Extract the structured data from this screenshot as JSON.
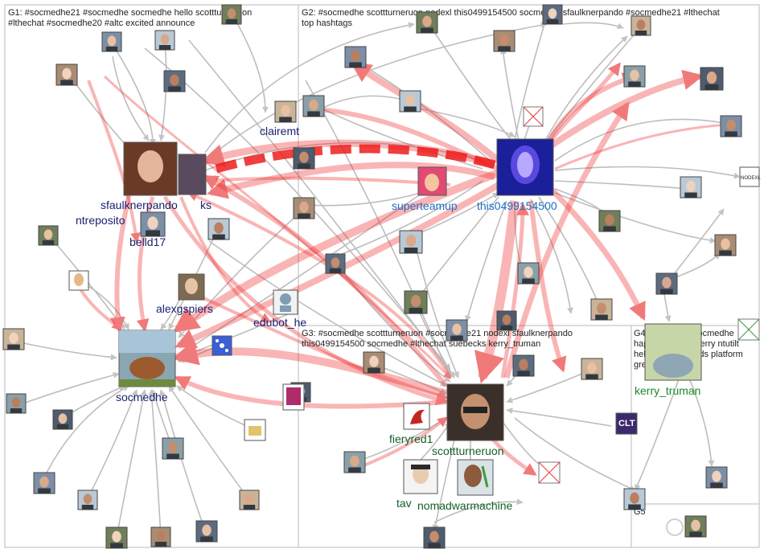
{
  "groups": [
    {
      "id": "G1",
      "text_lines": [
        "G1: #socmedhe21 #socmedhe socmedhe hello scottturneruon",
        "#lthechat #socmedhe20 #altc excited announce"
      ]
    },
    {
      "id": "G2",
      "text_lines": [
        "G2: #socmedhe scottturneruon nodexl this0499154500 socmedhe sfaulknerpando #socmedhe21 #lthechat",
        "top hashtags"
      ]
    },
    {
      "id": "G3",
      "text_lines": [
        "G3: #socmedhe scottturneruon #socmedhe21 nodexl sfaulknerpando",
        "this0499154500 socmedhe #lthechat suebecks kerry_truman"
      ]
    },
    {
      "id": "G4",
      "text_lines": [
        "G4: rkchallen #socmedhe",
        "happy drsbroadberry ntutilt",
        "help anyone needs platform",
        "great"
      ]
    },
    {
      "id": "G5",
      "text_lines": [
        "G5"
      ]
    }
  ],
  "node_labels": {
    "sfaulknerpando": "sfaulknerpando",
    "ks": "ks",
    "ntreposito": "ntreposito",
    "belld17": "belld17",
    "clairemt": "clairemt",
    "alexgspiers": "alexgspiers",
    "edubot_he": "edubot_he",
    "socmedhe": "socmedhe",
    "superteamup": "superteamup",
    "this0499154500": "this0499154500",
    "fieryred1": "fieryred1",
    "scottturneruon": "scottturneruon",
    "tav": "tav",
    "nomadwarmachine": "nomadwarmachine",
    "kerry_truman": "kerry_truman"
  },
  "colors": {
    "group_border": "#b9b9b9",
    "edge_gray": "#bdbdbd",
    "edge_red": "#ee2a2a",
    "label_g1": "#1a1f6e",
    "label_g2": "#1e6fc0",
    "label_g3": "#14602a",
    "label_g4": "#1a8a2a"
  }
}
